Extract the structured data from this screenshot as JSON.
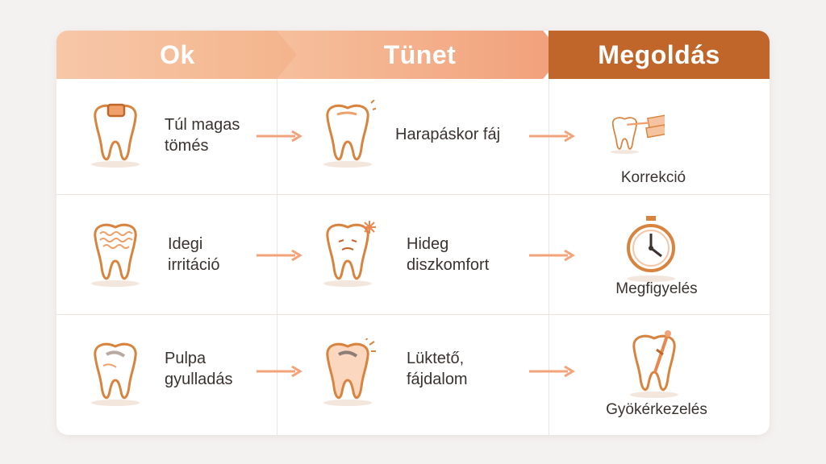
{
  "headers": {
    "ok": "Ok",
    "tunet": "Tünet",
    "megoldas": "Megoldás"
  },
  "rows": [
    {
      "ok_line1": "Túl magas",
      "ok_line2": "tömés",
      "tunet_line1": "Harapáskor fáj",
      "tunet_line2": "",
      "solution": "Korrekció"
    },
    {
      "ok_line1": "Idegi",
      "ok_line2": "irritáció",
      "tunet_line1": "Hideg",
      "tunet_line2": "diszkomfort",
      "solution": "Megfigyelés"
    },
    {
      "ok_line1": "Pulpa",
      "ok_line2": "gyulladás",
      "tunet_line1": "Lüktető,",
      "tunet_line2": "fájdalom",
      "solution": "Gyökérkezelés"
    }
  ],
  "colors": {
    "accent": "#e9874f",
    "dark_header": "#c0662b",
    "line": "#d9843e"
  }
}
